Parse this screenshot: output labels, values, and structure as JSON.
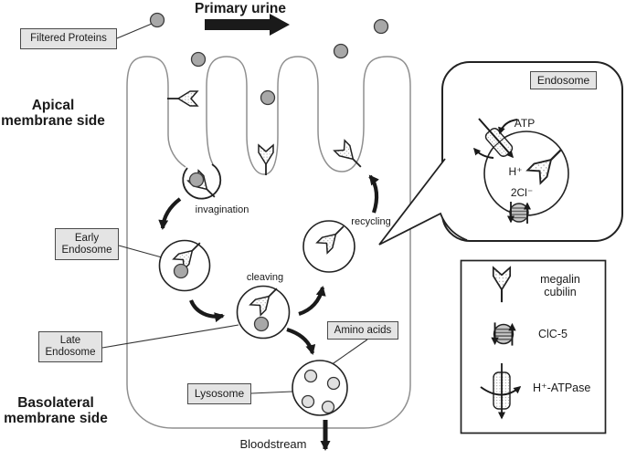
{
  "header": {
    "primary_urine": "Primary urine"
  },
  "side_labels": {
    "apical_1": "Apical",
    "apical_2": "membrane side",
    "baso_1": "Basolateral",
    "baso_2": "membrane side"
  },
  "callouts": {
    "filtered_proteins": "Filtered Proteins",
    "early_1": "Early",
    "early_2": "Endosome",
    "late_1": "Late",
    "late_2": "Endosome",
    "lysosome": "Lysosome",
    "amino_acids": "Amino acids",
    "endosome": "Endosome"
  },
  "process": {
    "invagination": "invagination",
    "cleaving": "cleaving",
    "recycling": "recycling",
    "bloodstream": "Bloodstream"
  },
  "inset": {
    "atp": "ATP",
    "h_plus": "H⁺",
    "cl": "2Cl⁻"
  },
  "legend": {
    "megalin_1": "megalin",
    "megalin_2": "cubilin",
    "clc5": "ClC-5",
    "h_atpase": "H⁺-ATPase"
  },
  "icons": {
    "receptor": "megalin-cubilin-receptor-icon",
    "channel": "clc5-channel-icon",
    "pump": "h-atpase-pump-icon",
    "protein": "filtered-protein-particle"
  },
  "colors": {
    "membrane": "#8f8f8f",
    "ink": "#1a1a1a",
    "protein_fill": "#a8a8a8",
    "box_fill": "#e4e4e4",
    "lysosome_dot": "#e0e0e0",
    "clc5_fill": "#c9c9c9"
  }
}
